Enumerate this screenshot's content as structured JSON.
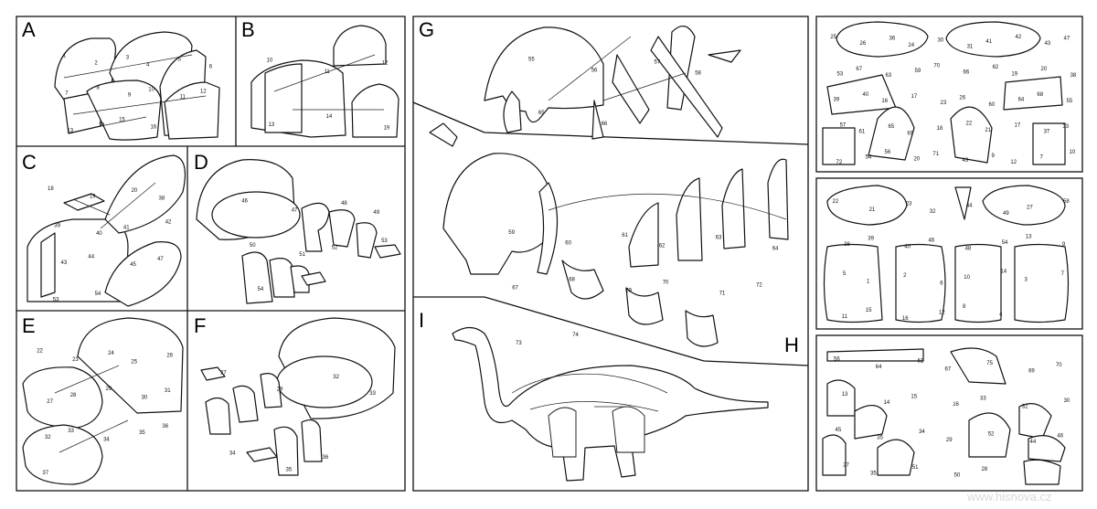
{
  "steps": {
    "a": "A",
    "b": "B",
    "c": "C",
    "d": "D",
    "e": "E",
    "f": "F",
    "g": "G",
    "h": "H",
    "i": "I"
  },
  "callouts": {
    "a": [
      "1",
      "2",
      "3",
      "4",
      "5",
      "6",
      "7",
      "8",
      "9",
      "10",
      "11",
      "12",
      "13",
      "14",
      "15",
      "16"
    ],
    "b": [
      "10",
      "11",
      "12",
      "13",
      "14",
      "19"
    ],
    "c": [
      "18",
      "19",
      "20",
      "38",
      "39",
      "40",
      "41",
      "42",
      "43",
      "44",
      "45",
      "47",
      "53",
      "54"
    ],
    "d": [
      "46",
      "47",
      "48",
      "49",
      "50",
      "51",
      "52",
      "53",
      "54"
    ],
    "e": [
      "22",
      "23",
      "24",
      "25",
      "26",
      "27",
      "28",
      "29",
      "30",
      "31",
      "32",
      "33",
      "34",
      "35",
      "36",
      "37"
    ],
    "f": [
      "27",
      "29",
      "32",
      "33",
      "34",
      "35",
      "36"
    ],
    "g": [
      "55",
      "56",
      "57",
      "58",
      "65",
      "66"
    ],
    "h": [
      "59",
      "60",
      "61",
      "62",
      "63",
      "64",
      "67",
      "68",
      "69",
      "70",
      "71",
      "72",
      "73",
      "74"
    ]
  },
  "sheets": {
    "top": [
      "25",
      "26",
      "36",
      "24",
      "30",
      "31",
      "41",
      "42",
      "43",
      "47",
      "53",
      "67",
      "63",
      "59",
      "70",
      "66",
      "62",
      "19",
      "20",
      "38",
      "39",
      "40",
      "16",
      "17",
      "23",
      "26",
      "60",
      "64",
      "68",
      "55",
      "57",
      "61",
      "65",
      "69",
      "18",
      "22",
      "21",
      "17",
      "37",
      "33",
      "72",
      "54",
      "56",
      "20",
      "71",
      "43",
      "9",
      "12",
      "7",
      "10"
    ],
    "middle": [
      "22",
      "21",
      "23",
      "32",
      "44",
      "49",
      "27",
      "58",
      "38",
      "39",
      "40",
      "46",
      "48",
      "54",
      "13",
      "9",
      "5",
      "1",
      "2",
      "6",
      "10",
      "14",
      "3",
      "7",
      "11",
      "15",
      "16",
      "12",
      "8",
      "4"
    ],
    "bottom": [
      "56",
      "64",
      "61",
      "67",
      "75",
      "69",
      "70",
      "13",
      "14",
      "15",
      "16",
      "33",
      "32",
      "30",
      "45",
      "35",
      "34",
      "29",
      "52",
      "44",
      "46",
      "27",
      "35",
      "51",
      "50",
      "28"
    ]
  },
  "watermark": "www.hisnova.cz"
}
